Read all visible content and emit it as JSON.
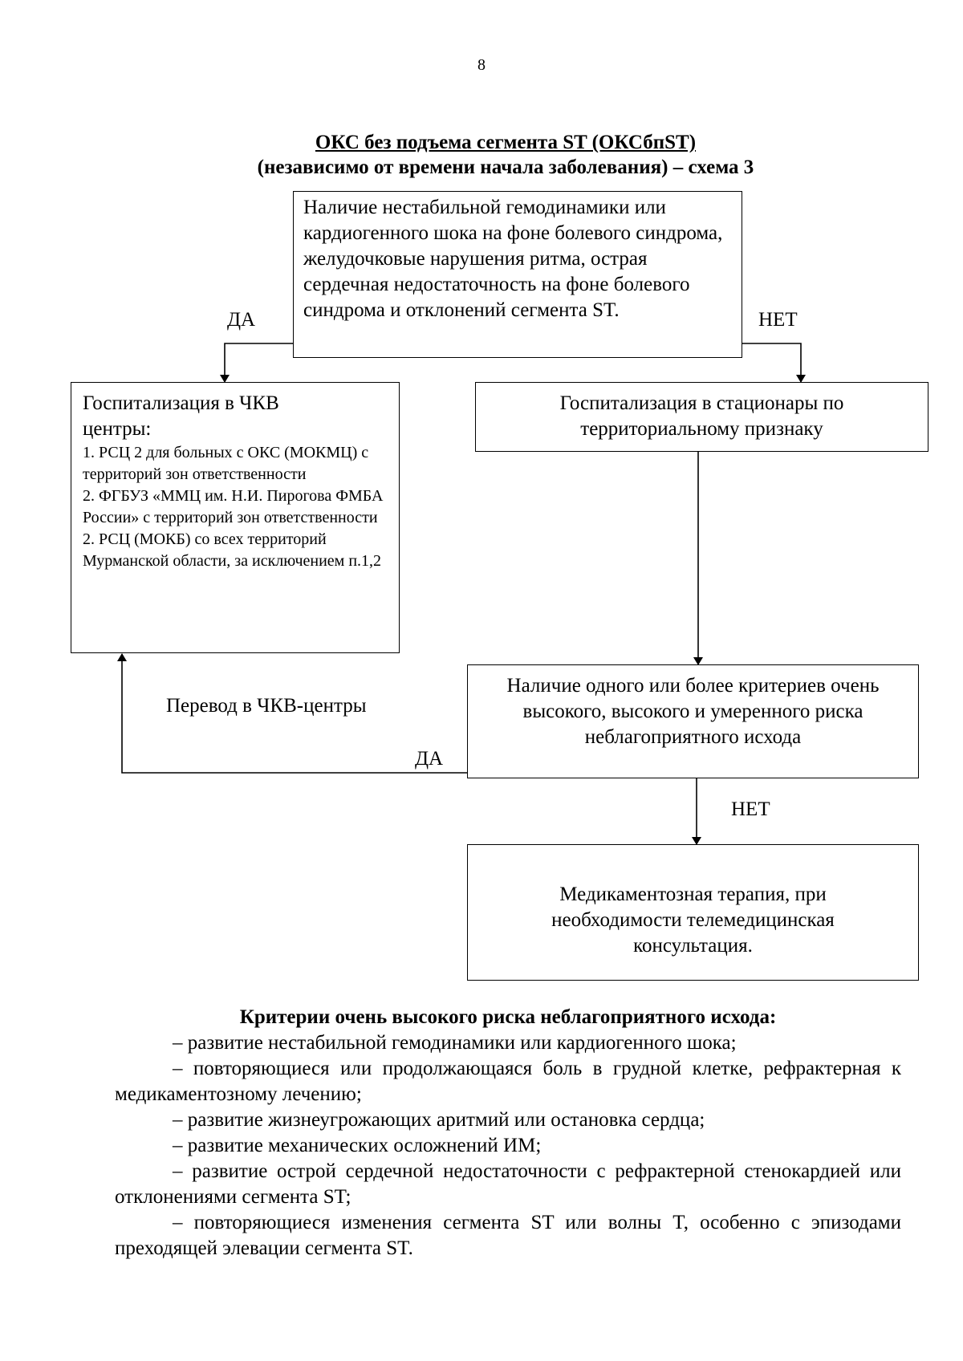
{
  "page_number": "8",
  "title": {
    "line1": "ОКС без подъема сегмента ST (ОКСбпST)",
    "line2": "(независимо от времени начала заболевания) – схема 3"
  },
  "flowchart": {
    "start": "Наличие нестабильной гемодинамики или кардиогенного шока на фоне болевого синдрома, желудочковые нарушения ритма, острая сердечная недостаточность на фоне болевого синдрома и отклонений сегмента ST.",
    "yes_label_1": "ДА",
    "no_label_1": "НЕТ",
    "pci": {
      "heading_line1": "Госпитализация в ЧКВ",
      "heading_line2": "центры:",
      "items": [
        "1. РСЦ 2 для больных с ОКС (МОКМЦ) с территорий зон ответственности",
        "2. ФГБУЗ «ММЦ им. Н.И. Пирогова ФМБА России» с территорий зон ответственности",
        "2. РСЦ (МОКБ) со всех территорий Мурманской области, за исключением п.1,2"
      ]
    },
    "territorial": "Госпитализация в стационары по территориальному признаку",
    "risk": "Наличие одного или более критериев очень высокого, высокого и умеренного риска неблагоприятного исхода",
    "transfer_label": "Перевод в ЧКВ-центры",
    "yes_label_2": "ДА",
    "no_label_2": "НЕТ",
    "therapy": "Медикаментозная терапия, при необходимости телемедицинская консультация."
  },
  "criteria": {
    "title": "Критерии очень высокого риска неблагоприятного исхода:",
    "items": [
      "– развитие нестабильной гемодинамики или кардиогенного шока;",
      "– повторяющиеся или продолжающаяся боль в грудной клетке, рефрактерная к медикаментозному лечению;",
      "– развитие жизнеугрожающих аритмий или остановка сердца;",
      "– развитие механических осложнений ИМ;",
      "– развитие острой сердечной недостаточности с рефрактерной стенокардией или отклонениями сегмента ST;",
      "– повторяющиеся изменения сегмента ST или волны T, особенно с эпизодами преходящей элевации сегмента ST."
    ]
  }
}
